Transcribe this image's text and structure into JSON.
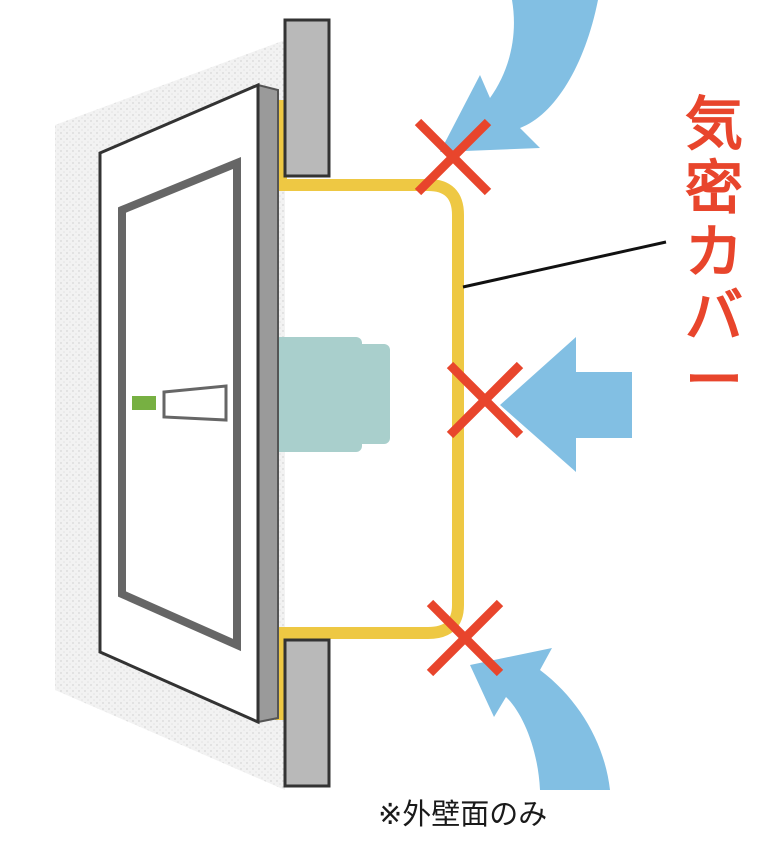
{
  "label": {
    "chars": [
      "気",
      "密",
      "カ",
      "バ",
      "ー"
    ]
  },
  "note": "※外壁面のみ",
  "colors": {
    "accent_red": "#e8452c",
    "cover_yellow": "#eec843",
    "airflow_blue": "#82bfe3",
    "wall_gray": "#b9b9b9",
    "panel_gray": "#9a9a9a",
    "box_teal": "#a9cfcc",
    "indicator_green": "#77b042"
  },
  "icons": [
    "blocked-x-icon",
    "airflow-arrow-icon"
  ]
}
